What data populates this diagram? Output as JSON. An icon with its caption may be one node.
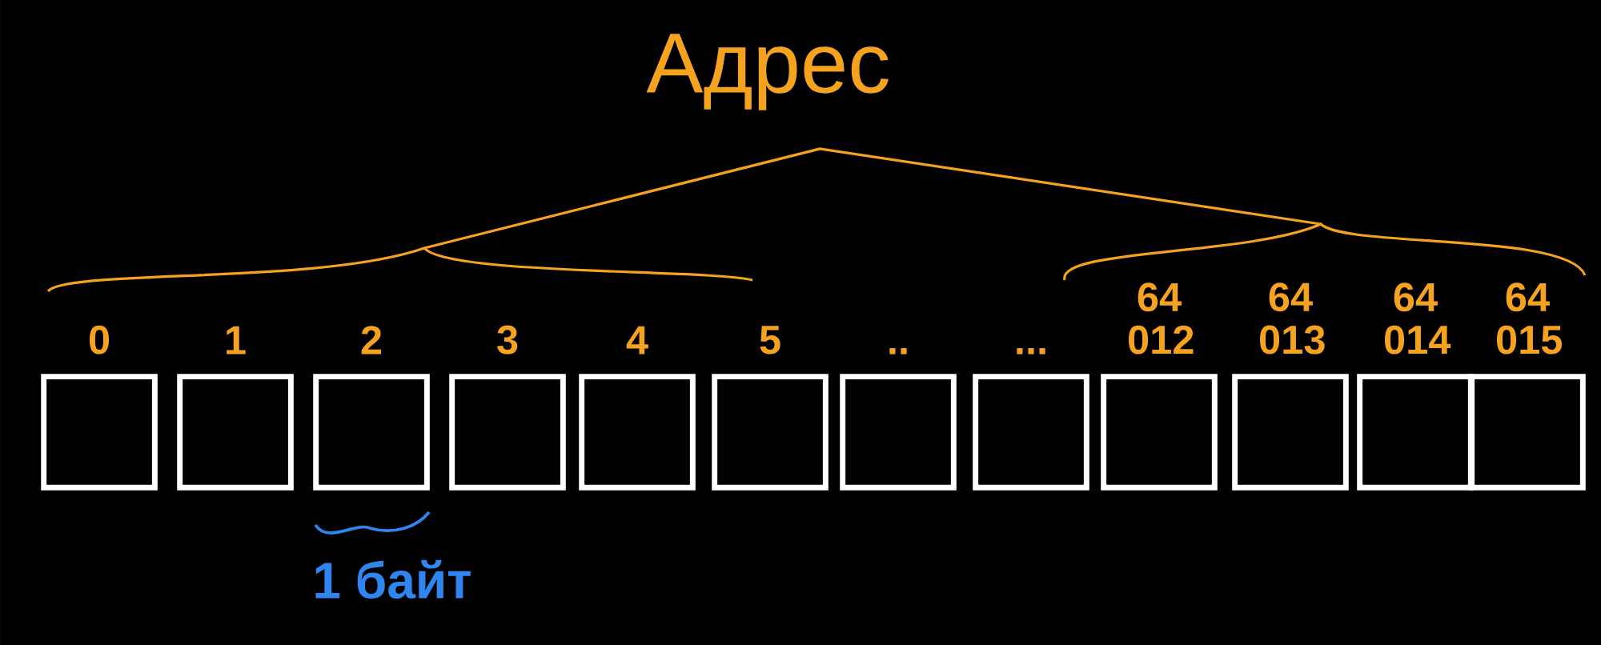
{
  "diagram": {
    "title": "Адрес",
    "nodes": [
      {
        "text": [],
        "shape": "box",
        "beside": [
          "0"
        ]
      },
      {
        "text": [],
        "shape": "box",
        "beside": [
          "1"
        ]
      },
      {
        "text": [],
        "shape": "box",
        "beside": [
          "2"
        ]
      },
      {
        "text": [],
        "shape": "box",
        "beside": [
          "3"
        ]
      },
      {
        "text": [],
        "shape": "box",
        "beside": [
          "4"
        ]
      },
      {
        "text": [],
        "shape": "box",
        "beside": [
          "5"
        ]
      },
      {
        "text": [],
        "shape": "box",
        "beside": [
          ".."
        ]
      },
      {
        "text": [],
        "shape": "box",
        "beside": [
          "..."
        ]
      },
      {
        "text": [],
        "shape": "box",
        "beside": [
          "64 012"
        ]
      },
      {
        "text": [],
        "shape": "box",
        "beside": [
          "64 013"
        ]
      },
      {
        "text": [],
        "shape": "box",
        "beside": [
          "64 014"
        ]
      },
      {
        "text": [],
        "shape": "box",
        "beside": [
          "64 015"
        ]
      }
    ],
    "labels": [
      "1 байт"
    ]
  }
}
